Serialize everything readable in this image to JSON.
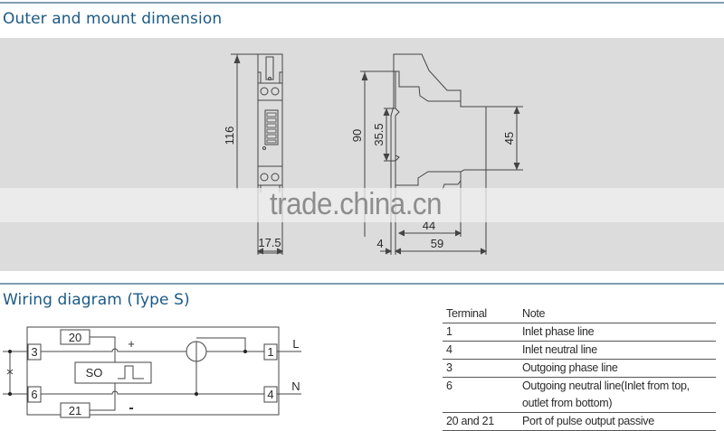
{
  "sections": {
    "dimension": {
      "title": "Outer and mount dimension"
    },
    "wiring": {
      "title": "Wiring diagram (Type S)"
    }
  },
  "watermark": "trade.china.cn",
  "front_view": {
    "height_label": "116",
    "width_label": "17.5"
  },
  "side_view": {
    "total_height_label": "90",
    "rail_height_label": "35.5",
    "front_height_label": "45",
    "depth_inner_label": "44",
    "depth_total_label": "59",
    "offset_label": "4"
  },
  "wiring_diagram": {
    "terminals": {
      "t20": "20",
      "t21": "21",
      "t3": "3",
      "t6": "6",
      "t1": "1",
      "t4": "4"
    },
    "so_label": "SO",
    "plus": "+",
    "minus": "-",
    "line_L": "L",
    "line_N": "N",
    "cross": "×"
  },
  "terminal_table": {
    "headers": {
      "terminal": "Terminal",
      "note": "Note"
    },
    "rows": [
      {
        "terminal": "1",
        "note": "Inlet phase line"
      },
      {
        "terminal": "4",
        "note": "Inlet neutral line"
      },
      {
        "terminal": "3",
        "note": "Outgoing phase line"
      },
      {
        "terminal": "6",
        "note": "Outgoing neutral line(Inlet from top,",
        "note_line2": "outlet from bottom)"
      },
      {
        "terminal": "20 and 21",
        "note": "Port of  pulse output passive"
      }
    ]
  },
  "colors": {
    "heading": "#1c5a85",
    "rule": "#7f9fb3",
    "panel": "#dcdcdc",
    "line": "#444444"
  }
}
